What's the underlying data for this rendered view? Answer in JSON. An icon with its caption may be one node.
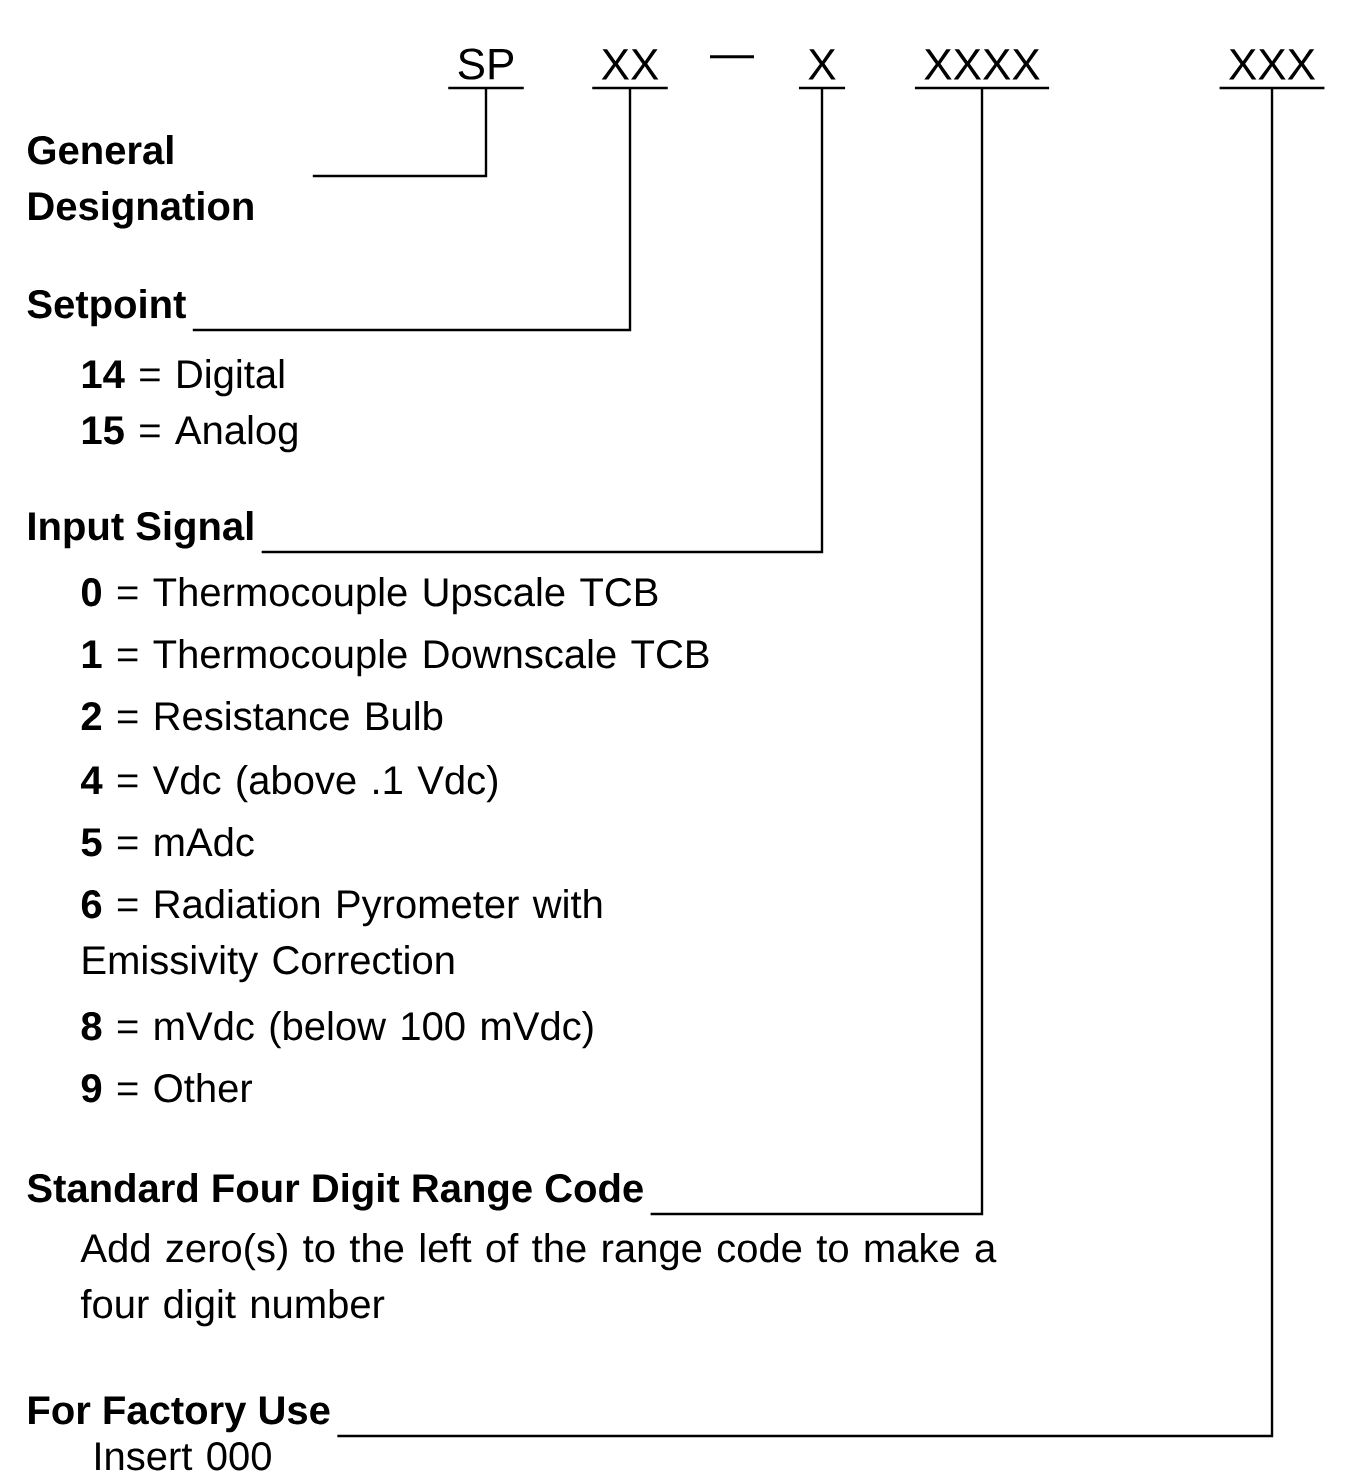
{
  "diagram": {
    "nodes": [
      {
        "text": [
          "SP"
        ]
      },
      {
        "text": [
          "XX"
        ]
      },
      {
        "text": [
          "X"
        ]
      },
      {
        "text": [
          "XXXX"
        ]
      },
      {
        "text": [
          "XXX"
        ]
      },
      {
        "text": [
          "General Designation"
        ]
      },
      {
        "text": [
          "Setpoint"
        ],
        "beside": [
          "**14** = Digital",
          "**15** = Analog"
        ]
      },
      {
        "text": [
          "Input Signal"
        ],
        "beside": [
          "**0** = Thermocouple Upscale TCB",
          "**1** = Thermocouple Downscale TCB",
          "**2** = Resistance Bulb",
          "**4** = Vdc (above .1 Vdc)",
          "**5** = mAdc",
          "**6** = Radiation Pyrometer with Emissivity Correction",
          "**8** = mVdc (below 100 mVdc)",
          "**9** = Other"
        ]
      },
      {
        "text": [
          "Standard Four Digit Range Code"
        ],
        "beside": [
          "Add zero(s) to the left of the range code to make a four digit number"
        ]
      },
      {
        "text": [
          "For Factory Use"
        ],
        "beside": [
          "Insert 000"
        ]
      }
    ],
    "edges": [
      {
        "from": 5,
        "to": 0,
        "arrow": "none"
      },
      {
        "from": 6,
        "to": 1,
        "arrow": "none"
      },
      {
        "from": 7,
        "to": 2,
        "arrow": "none"
      },
      {
        "from": 8,
        "to": 3,
        "arrow": "none"
      },
      {
        "from": 9,
        "to": 4,
        "arrow": "none"
      }
    ],
    "labels": [
      "—"
    ]
  }
}
